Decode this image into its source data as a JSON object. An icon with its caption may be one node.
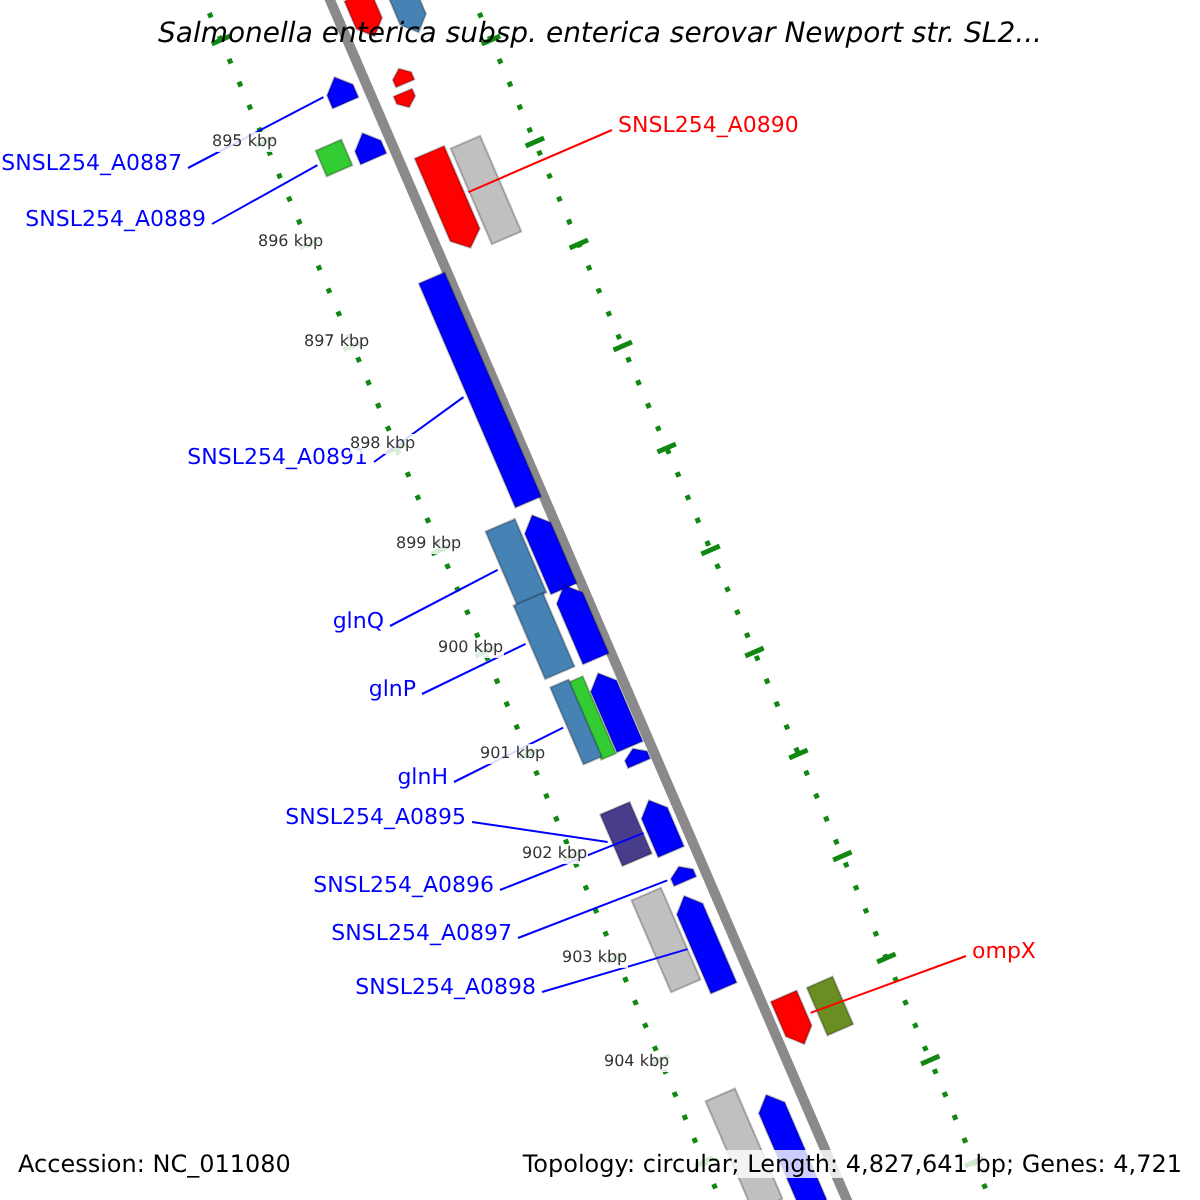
{
  "diagram": {
    "title": "Salmonella enterica subsp. enterica serovar Newport str. SL2...",
    "nodes": [
      {
        "text": [
          "SNSL254_A0890"
        ]
      },
      {
        "text": [
          "SNSL254_A0887"
        ]
      },
      {
        "text": [
          "SNSL254_A0889"
        ]
      },
      {
        "text": [
          "SNSL254_A0891"
        ]
      },
      {
        "text": [
          "glnQ"
        ]
      },
      {
        "text": [
          "glnP"
        ]
      },
      {
        "text": [
          "glnH"
        ]
      },
      {
        "text": [
          "SNSL254_A0895"
        ]
      },
      {
        "text": [
          "SNSL254_A0896"
        ]
      },
      {
        "text": [
          "SNSL254_A0897"
        ]
      },
      {
        "text": [
          "ompX"
        ]
      },
      {
        "text": [
          "SNSL254_A0898"
        ]
      },
      {
        "text": [],
        "shape": "bar"
      },
      {
        "text": [],
        "shape": "bar"
      },
      {
        "text": [],
        "shape": "bar"
      },
      {
        "text": [],
        "shape": "bar"
      },
      {
        "text": [],
        "shape": "bar"
      },
      {
        "text": [],
        "shape": "bar"
      },
      {
        "text": [],
        "shape": "bar"
      },
      {
        "text": [],
        "shape": "bar"
      },
      {
        "text": [],
        "shape": "bar"
      },
      {
        "text": [],
        "shape": "bar"
      },
      {
        "text": [],
        "shape": "bar"
      },
      {
        "text": [],
        "shape": "bar"
      },
      {
        "text": [],
        "shape": "bar"
      },
      {
        "text": [],
        "shape": "bar"
      },
      {
        "text": [],
        "shape": "bar"
      },
      {
        "text": [],
        "shape": "bar"
      },
      {
        "text": [],
        "shape": "bar"
      },
      {
        "text": [],
        "shape": "bar"
      },
      {
        "text": [],
        "shape": "bar"
      },
      {
        "text": [],
        "shape": "bar"
      },
      {
        "text": [],
        "shape": "bar"
      },
      {
        "text": [],
        "shape": "bar"
      },
      {
        "text": [],
        "shape": "bar"
      },
      {
        "text": [],
        "shape": "bar"
      },
      {
        "text": [],
        "shape": "bar"
      },
      {
        "text": [],
        "shape": "bar"
      },
      {
        "text": [],
        "shape": "bar"
      }
    ],
    "edges": [
      {
        "from": 0,
        "to": 20,
        "arrow": "none",
        "color": "#ff0000"
      },
      {
        "from": 1,
        "to": 15,
        "arrow": "none"
      },
      {
        "from": 2,
        "to": 18,
        "arrow": "none"
      },
      {
        "from": 3,
        "to": 21,
        "arrow": "none"
      },
      {
        "from": 4,
        "to": 23,
        "arrow": "none"
      },
      {
        "from": 5,
        "to": 25,
        "arrow": "none"
      },
      {
        "from": 6,
        "to": 28,
        "arrow": "none"
      },
      {
        "from": 7,
        "to": 31,
        "arrow": "none"
      },
      {
        "from": 8,
        "to": 30,
        "arrow": "none"
      },
      {
        "from": 9,
        "to": 32,
        "arrow": "none"
      },
      {
        "from": 10,
        "to": 36,
        "arrow": "none",
        "color": "#ff0000"
      },
      {
        "from": 11,
        "to": 34,
        "arrow": "none"
      }
    ],
    "labels": [
      "895 kbp",
      "896 kbp",
      "897 kbp",
      "898 kbp",
      "899 kbp",
      "900 kbp",
      "901 kbp",
      "902 kbp",
      "903 kbp",
      "904 kbp",
      "Accession: NC_011080",
      "Topology: circular; Length: 4,827,641 bp; Genes: 4,721"
    ]
  }
}
